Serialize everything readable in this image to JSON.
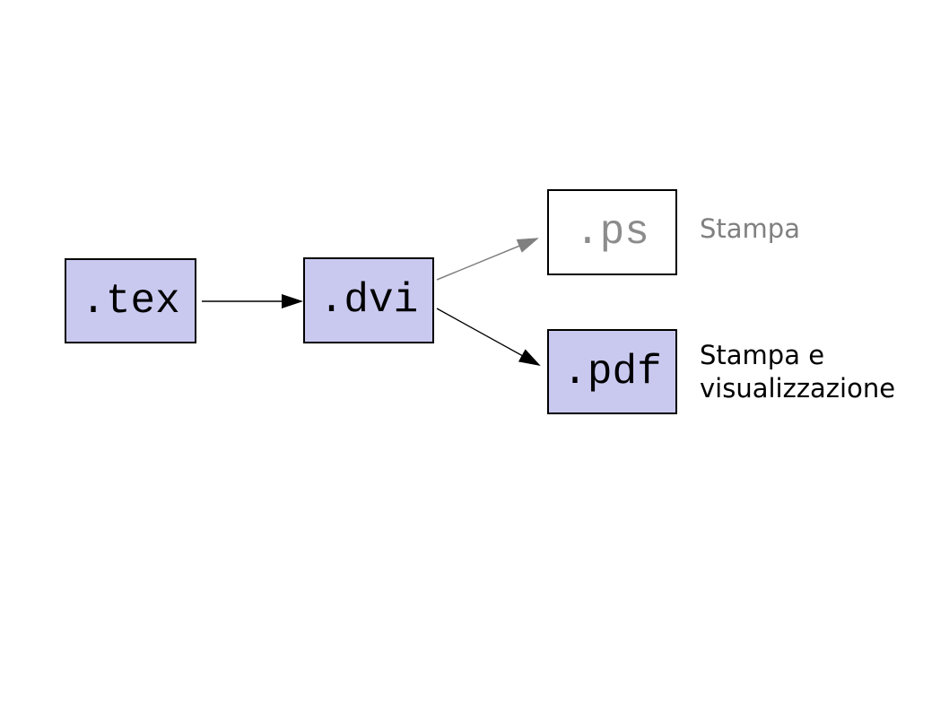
{
  "diagram": {
    "background": "#ffffff",
    "nodes": [
      {
        "id": "tex",
        "label": ".tex",
        "fill": "#c9c9f0",
        "border": "#000000",
        "text_color": "#000000"
      },
      {
        "id": "dvi",
        "label": ".dvi",
        "fill": "#c9c9f0",
        "border": "#000000",
        "text_color": "#000000"
      },
      {
        "id": "ps",
        "label": ".ps",
        "fill": "#ffffff",
        "border": "#000000",
        "text_color": "#8c8c8c"
      },
      {
        "id": "pdf",
        "label": ".pdf",
        "fill": "#c9c9f0",
        "border": "#000000",
        "text_color": "#000000"
      }
    ],
    "edges": [
      {
        "from": "tex",
        "to": "dvi",
        "color": "#000000"
      },
      {
        "from": "dvi",
        "to": "ps",
        "color": "#808080"
      },
      {
        "from": "dvi",
        "to": "pdf",
        "color": "#000000"
      }
    ],
    "annotations": [
      {
        "for": "ps",
        "text": "Stampa",
        "color": "#808080"
      },
      {
        "for": "pdf",
        "text": "Stampa e visualizzazione",
        "color": "#000000"
      }
    ]
  }
}
